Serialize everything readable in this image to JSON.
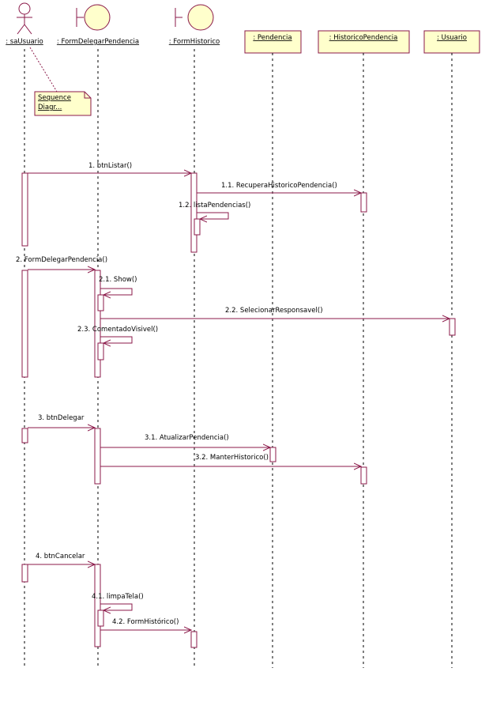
{
  "participants": [
    {
      "id": "p-usuario",
      "kind": "actor",
      "label": ": saUsuario"
    },
    {
      "id": "p-formdelegar",
      "kind": "boundary",
      "label": ": FormDelegarPendencia"
    },
    {
      "id": "p-formhistorico",
      "kind": "boundary",
      "label": ": FormHistorico"
    },
    {
      "id": "p-pendencia",
      "kind": "entity",
      "label": ": Pendencia"
    },
    {
      "id": "p-historicopendencia",
      "kind": "entity",
      "label": ": HistoricoPendencia"
    },
    {
      "id": "p-usuarioobj",
      "kind": "entity",
      "label": ": Usuario"
    }
  ],
  "note": {
    "line1": "Sequence",
    "line2": "Diagr..."
  },
  "messages": [
    {
      "label": "1. btnListar()"
    },
    {
      "label": "1.1. RecuperaHistoricoPendencia()"
    },
    {
      "label": "1.2. listaPendencias()"
    },
    {
      "label": "2. FormDelegarPendencia()"
    },
    {
      "label": "2.1. Show()"
    },
    {
      "label": "2.2. SelecionarResponsavel()"
    },
    {
      "label": "2.3. ComentadoVisivel()"
    },
    {
      "label": "3. btnDelegar"
    },
    {
      "label": "3.1. AtualizarPendencia()"
    },
    {
      "label": "3.2. ManterHistorico()"
    },
    {
      "label": "4. btnCancelar"
    },
    {
      "label": "4.1. limpaTela()"
    },
    {
      "label": "4.2. FormHistórico()"
    }
  ],
  "colors": {
    "line": "#8b1a4a",
    "fill": "#ffffcc",
    "lifeline": "#000000"
  }
}
